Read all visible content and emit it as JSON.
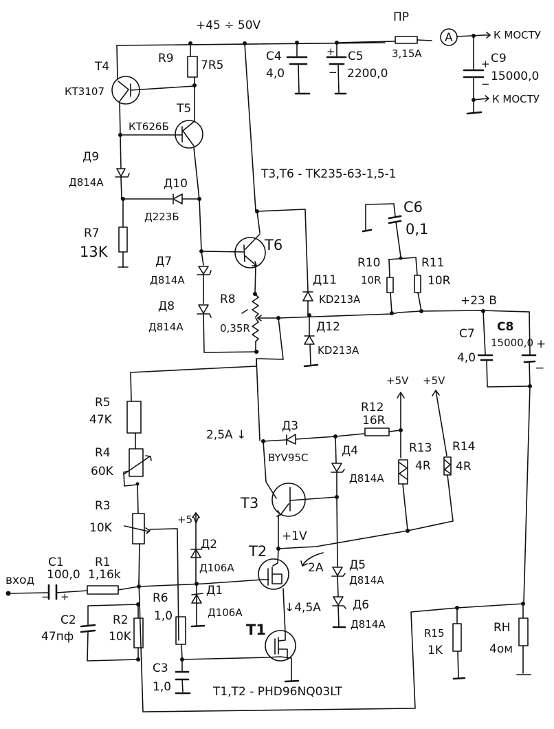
{
  "title_supply": "+45 ÷ 50V",
  "note_t3_t6": "T3,T6 - TK235-63-1,5-1",
  "note_t1_t2": "T1,T2 - PHD96NQ03LT",
  "rail_23v": "+23 B",
  "fuse": {
    "ref": "ПР",
    "value": "3,15A"
  },
  "ammeter": "A",
  "to_bridge": "К МОСТУ",
  "input": "вход",
  "components": {
    "T4": {
      "ref": "T4",
      "type": "КТ3107"
    },
    "T5": {
      "ref": "T5",
      "type": "КТ626Б"
    },
    "T6": {
      "ref": "T6"
    },
    "T3": {
      "ref": "T3"
    },
    "T2": {
      "ref": "T2"
    },
    "T1": {
      "ref": "T1"
    },
    "R1": {
      "ref": "R1",
      "value": "1,16k"
    },
    "R2": {
      "ref": "R2",
      "value": "10K"
    },
    "R3": {
      "ref": "R3",
      "value": "10K"
    },
    "R4": {
      "ref": "R4",
      "value": "60K"
    },
    "R5": {
      "ref": "R5",
      "value": "47K"
    },
    "R6": {
      "ref": "R6",
      "value": "1,0"
    },
    "R7": {
      "ref": "R7",
      "value": "13K"
    },
    "R8": {
      "ref": "R8",
      "value": "0,35R"
    },
    "R9": {
      "ref": "R9",
      "value": "7R5"
    },
    "R10": {
      "ref": "R10",
      "value": "10R"
    },
    "R11": {
      "ref": "R11",
      "value": "10R"
    },
    "R12": {
      "ref": "R12",
      "value": "16R"
    },
    "R13": {
      "ref": "R13",
      "value": "4R"
    },
    "R14": {
      "ref": "R14",
      "value": "4R"
    },
    "R15": {
      "ref": "R15",
      "value": "1K"
    },
    "RH": {
      "ref": "RH",
      "value": "4ом"
    },
    "C1": {
      "ref": "C1",
      "value": "100,0"
    },
    "C2": {
      "ref": "C2",
      "value": "47пф"
    },
    "C3": {
      "ref": "C3",
      "value": "1,0"
    },
    "C4": {
      "ref": "C4",
      "value": "4,0"
    },
    "C5": {
      "ref": "C5",
      "value": "2200,0"
    },
    "C6": {
      "ref": "C6",
      "value": "0,1"
    },
    "C7": {
      "ref": "C7",
      "value": "4,0"
    },
    "C8": {
      "ref": "C8",
      "value": "15000,0"
    },
    "C9": {
      "ref": "C9",
      "value": "15000,0"
    },
    "D1": {
      "ref": "Д1",
      "type": "Д106А"
    },
    "D2": {
      "ref": "Д2",
      "type": "Д106А"
    },
    "D3": {
      "ref": "Д3",
      "type": "BYV95C"
    },
    "D4": {
      "ref": "Д4",
      "type": "Д814А"
    },
    "D5": {
      "ref": "Д5",
      "type": "Д814А"
    },
    "D6": {
      "ref": "Д6",
      "type": "Д814А"
    },
    "D7": {
      "ref": "Д7",
      "type": "Д814А"
    },
    "D8": {
      "ref": "Д8",
      "type": "Д814А"
    },
    "D9": {
      "ref": "Д9",
      "type": "Д814А"
    },
    "D10": {
      "ref": "Д10",
      "type": "Д223Б"
    },
    "D11": {
      "ref": "Д11",
      "type": "KD213A"
    },
    "D12": {
      "ref": "Д12",
      "type": "KD213A"
    }
  },
  "annotations": {
    "i_t3": "2,5A ↓",
    "v_t2": "+1V",
    "i_t2": "2A",
    "i_t1": "↓4,5A",
    "plus5_a": "+5V",
    "plus5_b": "+5V",
    "plus5_c": "+5V",
    "plus": "+",
    "minus": "−"
  }
}
